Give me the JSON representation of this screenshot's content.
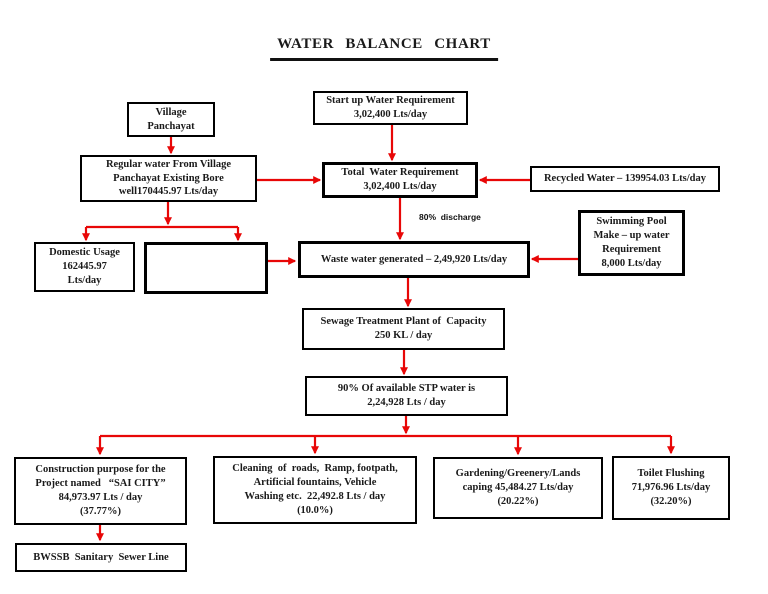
{
  "title": "WATER BALANCE CHART",
  "annotations": {
    "discharge": "80%  discharge"
  },
  "colors": {
    "arrow": "#e80707",
    "box_border": "#000000",
    "background": "#ffffff",
    "text": "#1a1a1a"
  },
  "nodes": {
    "village": {
      "lines": [
        "Village",
        "Panchayat"
      ]
    },
    "startup": {
      "lines": [
        "Start up Water Requirement",
        "3,02,400 Lts/day"
      ]
    },
    "regular": {
      "lines": [
        "Regular water From Village",
        "Panchayat Existing Bore",
        "well170445.97 Lts/day"
      ]
    },
    "total": {
      "lines": [
        "Total  Water Requirement",
        "3,02,400 Lts/day"
      ]
    },
    "recycled": {
      "lines": [
        "Recycled Water – 139954.03 Lts/day"
      ]
    },
    "swimming": {
      "lines": [
        "Swimming Pool",
        "Make – up water",
        "Requirement",
        "8,000 Lts/day"
      ]
    },
    "domestic": {
      "lines": [
        "Domestic Usage",
        "162445.97",
        "Lts/day"
      ]
    },
    "blank": {
      "lines": []
    },
    "waste": {
      "lines": [
        "Waste water generated – 2,49,920 Lts/day"
      ]
    },
    "sewage": {
      "lines": [
        "Sewage Treatment Plant of  Capacity",
        "250 KL / day"
      ]
    },
    "stp90": {
      "lines": [
        "90% Of available STP water is",
        "2,24,928 Lts / day"
      ]
    },
    "construction": {
      "lines": [
        "Construction purpose for the",
        "Project named   “SAI CITY”",
        "84,973.97 Lts / day",
        "(37.77%)"
      ]
    },
    "cleaning": {
      "lines": [
        "Cleaning  of  roads,  Ramp, footpath,",
        "Artificial fountains, Vehicle",
        "Washing etc.  22,492.8 Lts / day",
        "(10.0%)"
      ]
    },
    "gardening": {
      "lines": [
        "Gardening/Greenery/Lands",
        "caping 45,484.27 Lts/day",
        "(20.22%)"
      ]
    },
    "toilet": {
      "lines": [
        "Toilet Flushing",
        "71,976.96 Lts/day",
        "(32.20%)"
      ]
    },
    "bwssb": {
      "lines": [
        "BWSSB  Sanitary  Sewer Line"
      ]
    }
  },
  "edges": [
    "village->regular",
    "startup->total",
    "regular->total",
    "recycled->total",
    "total->waste (80% discharge)",
    "swimming->waste",
    "regular->domestic",
    "regular->blank",
    "blank->waste",
    "waste->sewage",
    "sewage->stp90",
    "stp90->construction",
    "stp90->cleaning",
    "stp90->gardening",
    "stp90->toilet",
    "construction->bwssb"
  ]
}
